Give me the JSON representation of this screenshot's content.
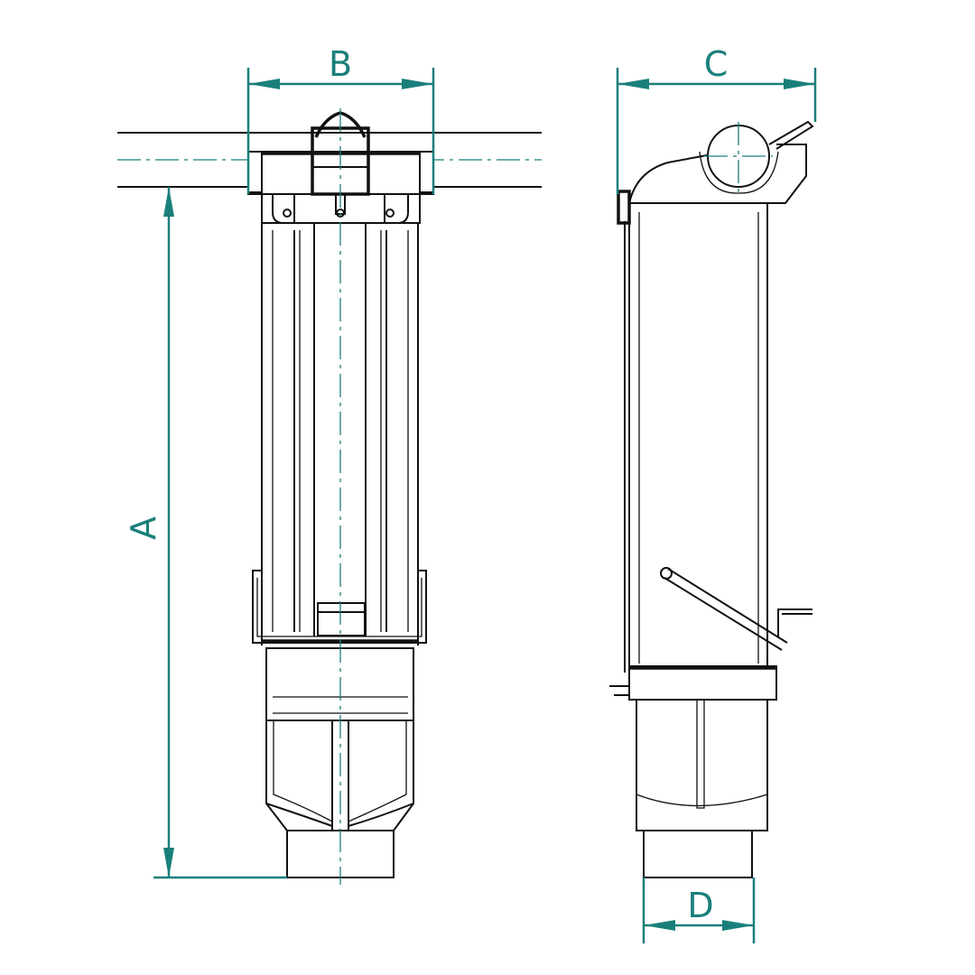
{
  "dimensions": {
    "a": "A",
    "b": "B",
    "c": "C",
    "d": "D"
  },
  "colors": {
    "dimension": "#1a7f7a",
    "outline": "#111111"
  }
}
